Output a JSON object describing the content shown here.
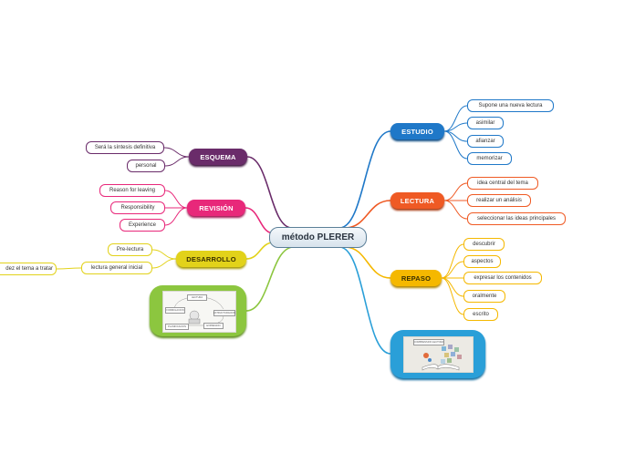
{
  "central": {
    "label": "método PLERER"
  },
  "colors": {
    "estudio": "#1f78c8",
    "lectura": "#ef5a24",
    "repaso": "#f5b800",
    "esquema": "#6a2c6a",
    "revision": "#e8287a",
    "desarrollo": "#e2d21a",
    "image_green": "#8cc63f",
    "image_blue": "#2a9fd8"
  },
  "branches": {
    "estudio": {
      "label": "ESTUDIO",
      "children": [
        "Supone una nueva lectura",
        "asimilar",
        "afianzar",
        "memorizar"
      ]
    },
    "lectura": {
      "label": "LECTURA",
      "children": [
        "idea central del tema",
        "realizar un análisis",
        "seleccionar las ideas principales"
      ]
    },
    "repaso": {
      "label": "REPASO",
      "children": [
        "descubrir",
        "aspectos",
        "expresar los contenidos",
        "oralmente",
        "escrito"
      ]
    },
    "esquema": {
      "label": "ESQUEMA",
      "children": [
        "Será la síntesis definitiva",
        "personal"
      ]
    },
    "revision": {
      "label": "REVISIÓN",
      "children": [
        "Reason for leaving",
        "Responsibility",
        "Experience"
      ]
    },
    "desarrollo": {
      "label": "DESARROLLO",
      "children": [
        "Pre-lectura",
        "lectura general inicial"
      ],
      "grandchild": "dez el tema a tratar"
    }
  },
  "image_left": {
    "tags": [
      "LECTURA",
      "FORMULACION",
      "ESTRUCTURACION",
      "EXPRESION",
      "PLANIFICACION"
    ]
  },
  "image_right": {
    "tags": [
      "COMPRENSION LECTORA"
    ]
  }
}
